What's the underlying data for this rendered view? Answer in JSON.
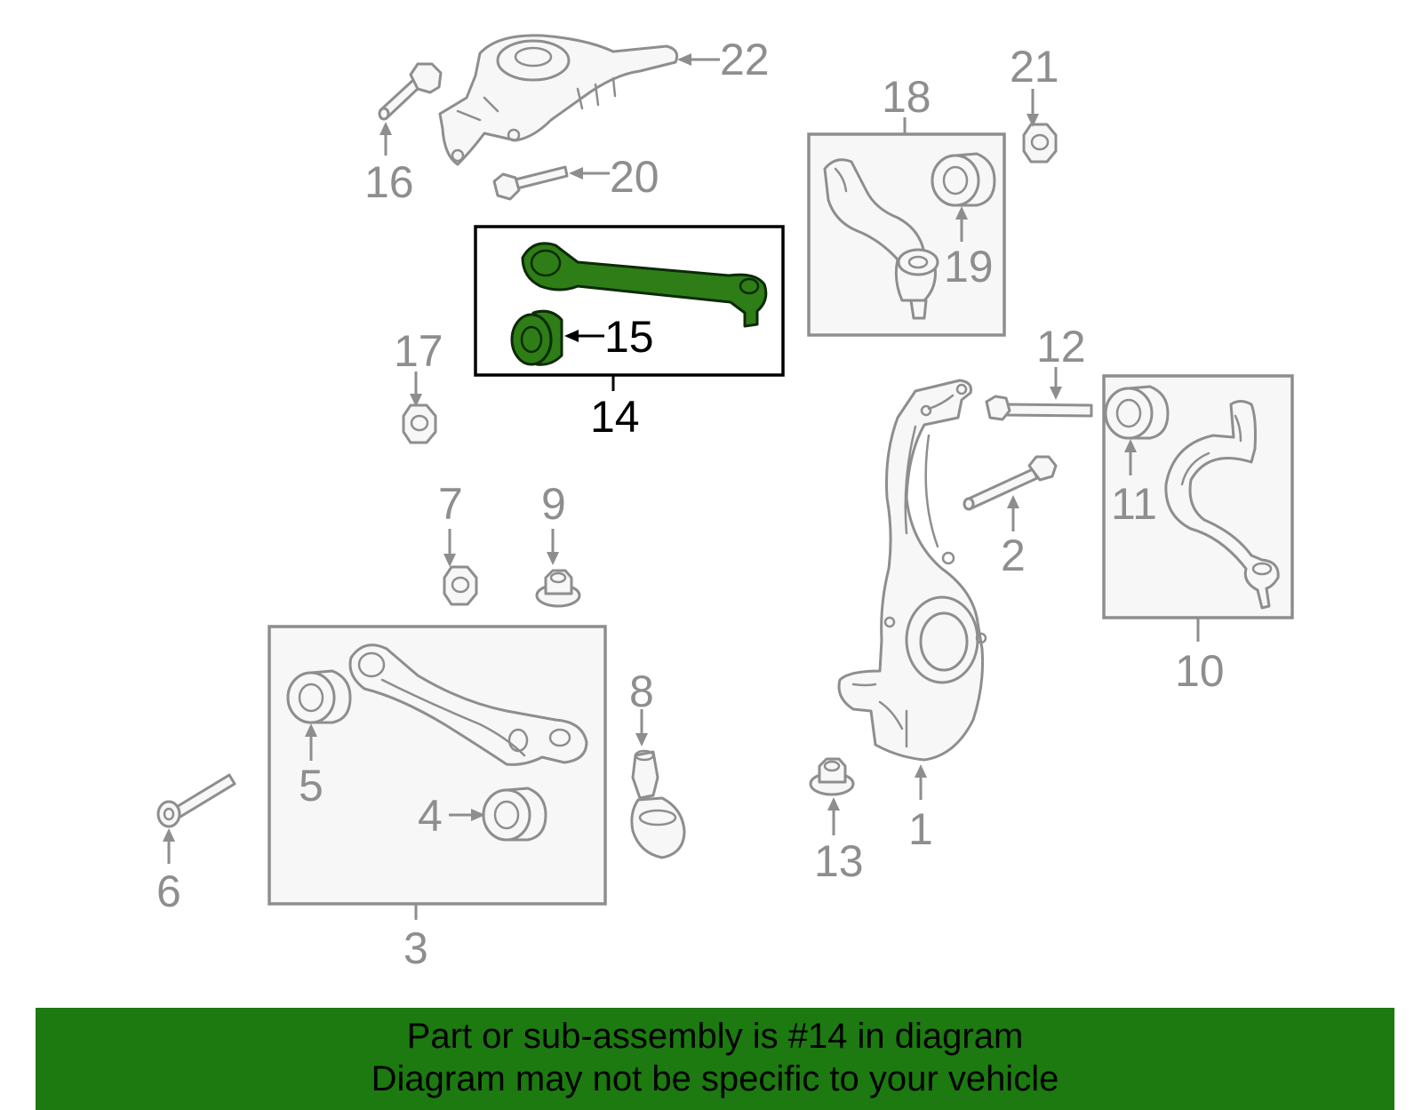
{
  "highlighted_part": "14",
  "callouts": {
    "c1": "1",
    "c2": "2",
    "c3": "3",
    "c4": "4",
    "c5": "5",
    "c6": "6",
    "c7": "7",
    "c8": "8",
    "c9": "9",
    "c10": "10",
    "c11": "11",
    "c12": "12",
    "c13": "13",
    "c14": "14",
    "c15": "15",
    "c16": "16",
    "c17": "17",
    "c18": "18",
    "c19": "19",
    "c20": "20",
    "c21": "21",
    "c22": "22"
  },
  "banner": {
    "line1": "Part or sub-assembly is #14 in diagram",
    "line2": "Diagram may not be specific to your vehicle"
  },
  "colors": {
    "highlight_part": "#2e7d16",
    "banner_background": "#1c7a10",
    "line_art": "#8e8e8e"
  }
}
